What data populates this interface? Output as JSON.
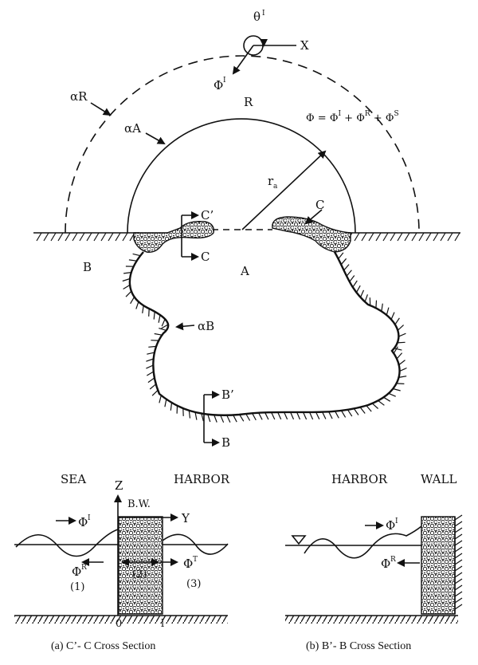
{
  "top": {
    "theta": "θ",
    "theta_sup": "I",
    "x_axis": "X",
    "phi_inc": "Φ",
    "phi_inc_sup": "I",
    "alpha_R": "αR",
    "region_R": "R",
    "equation": "Φ = Φ",
    "eq_I": "I",
    "eq_plus1": " + Φ",
    "eq_R": "R",
    "eq_plus2": " + Φ",
    "eq_S": "S",
    "alpha_A": "αA",
    "radius": "r",
    "radius_sub": "a",
    "c_prime": "C’",
    "c_lower": "C",
    "c_arrow": "C",
    "region_B": "B",
    "region_A": "A",
    "alpha_B": "αB",
    "b_prime": "B’",
    "b_lower": "B"
  },
  "left_section": {
    "sea": "SEA",
    "harbor": "HARBOR",
    "z_axis": "Z",
    "breakwater": "B.W.",
    "y_axis": "Y",
    "phi_I": "Φ",
    "phi_I_sup": "I",
    "phi_R": "Φ",
    "phi_R_sup": "R",
    "phi_T": "Φ",
    "phi_T_sup": "T",
    "zone1": "(1)",
    "zone2": "(2)",
    "zone3": "(3)",
    "origin": "0",
    "l_mark": "l",
    "caption": "(a)  C’- C Cross Section"
  },
  "right_section": {
    "harbor": "HARBOR",
    "wall": "WALL",
    "phi_I": "Φ",
    "phi_I_sup": "I",
    "phi_R": "Φ",
    "phi_R_sup": "R",
    "caption": "(b)  B’- B Cross Section"
  }
}
